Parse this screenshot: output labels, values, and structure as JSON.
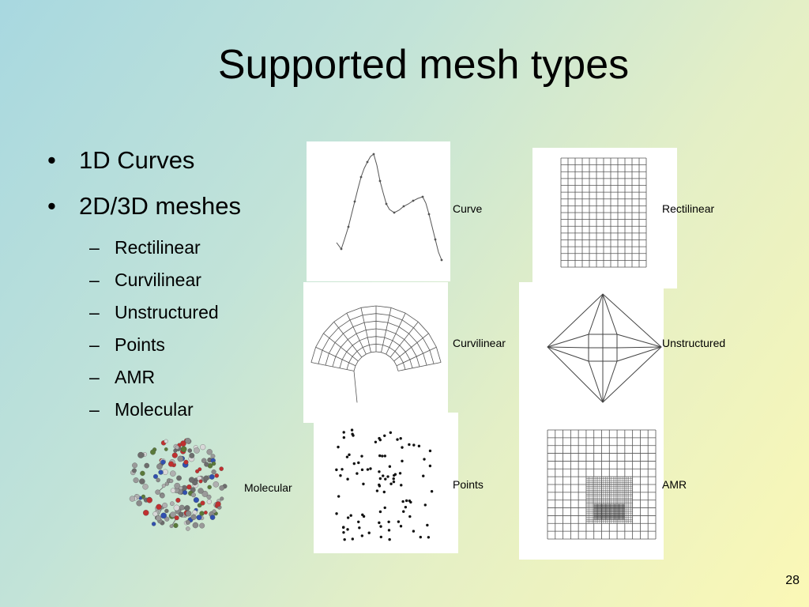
{
  "title": "Supported mesh types",
  "bullets": [
    {
      "label": "1D Curves"
    },
    {
      "label": "2D/3D meshes"
    }
  ],
  "sub_bullets": [
    {
      "label": "Rectilinear"
    },
    {
      "label": "Curvilinear"
    },
    {
      "label": "Unstructured"
    },
    {
      "label": "Points"
    },
    {
      "label": "AMR"
    },
    {
      "label": "Molecular"
    }
  ],
  "figure_labels": {
    "curve": "Curve",
    "rectilinear": "Rectilinear",
    "curvilinear": "Curvilinear",
    "unstructured": "Unstructured",
    "points": "Points",
    "amr": "AMR",
    "molecular": "Molecular"
  },
  "page_number": "28"
}
